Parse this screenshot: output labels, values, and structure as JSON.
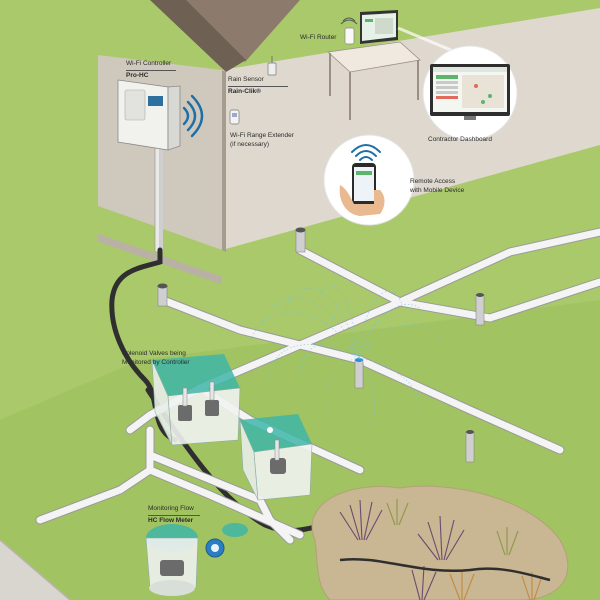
{
  "labels": {
    "wifi_controller": "Wi-Fi Controller",
    "pro_hc": "Pro-HC",
    "rain_sensor": "Rain Sensor",
    "rain_clik": "Rain-Clik®",
    "wifi_router": "Wi-Fi Router",
    "range_extender": "Wi-Fi Range Extender",
    "if_necessary": "(if necessary)",
    "contractor_dashboard": "Contractor Dashboard",
    "remote_access_1": "Remote Access",
    "remote_access_2": "with Mobile Device",
    "solenoid_1": "Solenoid Valves being",
    "solenoid_2": "Monitored by Controller",
    "monitoring_flow": "Monitoring Flow",
    "hc_flow_meter": "HC Flow Meter"
  },
  "colors": {
    "lawn": "#a9c96a",
    "wall": "#ded8cf",
    "roof": "#8c7b6c",
    "pipe": "#f4f4f4",
    "valve_box": "#3fb6a8",
    "wire": "#2f2f2f",
    "spray": "#6fc7d8"
  }
}
